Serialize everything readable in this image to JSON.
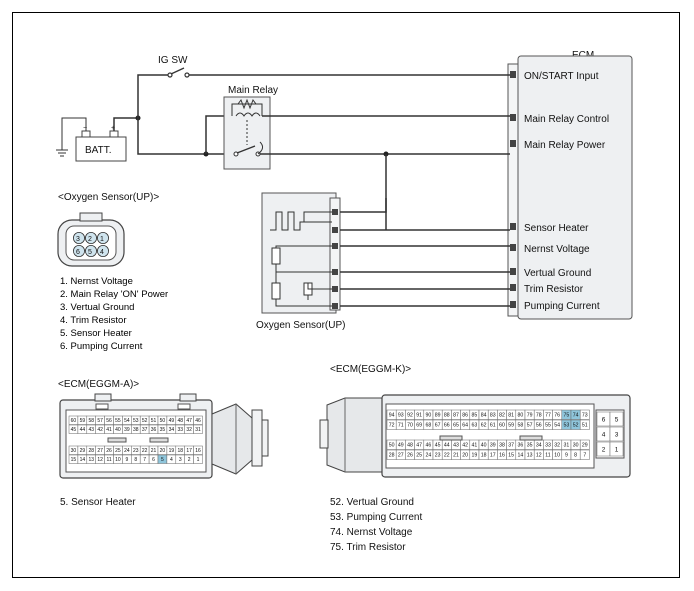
{
  "diagram": {
    "ecm_title": "ECM",
    "ecm_pins": [
      "ON/START Input",
      "Main Relay Control",
      "Main Relay Power",
      "Sensor Heater",
      "Nernst Voltage",
      "Vertual Ground",
      "Trim Resistor",
      "Pumping Current"
    ],
    "ig_sw_label": "IG SW",
    "main_relay_label": "Main Relay",
    "batt_label": "BATT.",
    "oxygen_sensor_label": "Oxygen Sensor(UP)"
  },
  "oxygen_connector": {
    "title": "<Oxygen Sensor(UP)>",
    "pins_top": [
      "3",
      "2",
      "1"
    ],
    "pins_bottom": [
      "6",
      "5",
      "4"
    ],
    "legend": [
      "1. Nernst Voltage",
      "2. Main Relay 'ON' Power",
      "3. Vertual Ground",
      "4. Trim Resistor",
      "5. Sensor Heater",
      "6. Pumping Current"
    ]
  },
  "ecm_a": {
    "title": "<ECM(EGGM-A)>",
    "row1": [
      "60",
      "59",
      "58",
      "57",
      "56",
      "55",
      "54",
      "53",
      "52",
      "51",
      "50",
      "49",
      "48",
      "47",
      "46"
    ],
    "row2": [
      "45",
      "44",
      "43",
      "42",
      "41",
      "40",
      "39",
      "38",
      "37",
      "36",
      "35",
      "34",
      "33",
      "32",
      "31"
    ],
    "row3": [
      "30",
      "29",
      "28",
      "27",
      "26",
      "25",
      "24",
      "23",
      "22",
      "21",
      "20",
      "19",
      "18",
      "17",
      "16"
    ],
    "row4": [
      "15",
      "14",
      "13",
      "12",
      "11",
      "10",
      "9",
      "8",
      "7",
      "6",
      "5",
      "4",
      "3",
      "2",
      "1"
    ],
    "highlight": "5",
    "legend": [
      "5. Sensor Heater"
    ]
  },
  "ecm_k": {
    "title": "<ECM(EGGM-K)>",
    "row1": [
      "94",
      "93",
      "92",
      "91",
      "90",
      "89",
      "88",
      "87",
      "86",
      "85",
      "84",
      "83",
      "82",
      "81",
      "80",
      "79",
      "78",
      "77",
      "76",
      "75",
      "74",
      "73"
    ],
    "row2": [
      "72",
      "71",
      "70",
      "69",
      "68",
      "67",
      "66",
      "65",
      "64",
      "63",
      "62",
      "61",
      "60",
      "59",
      "58",
      "57",
      "56",
      "55",
      "54",
      "53",
      "52",
      "51"
    ],
    "row3": [
      "50",
      "49",
      "48",
      "47",
      "46",
      "45",
      "44",
      "43",
      "42",
      "41",
      "40",
      "39",
      "38",
      "37",
      "36",
      "35",
      "34",
      "33",
      "32",
      "31",
      "30",
      "29"
    ],
    "row4": [
      "28",
      "27",
      "26",
      "25",
      "24",
      "23",
      "22",
      "21",
      "20",
      "19",
      "18",
      "17",
      "16",
      "15",
      "14",
      "13",
      "12",
      "11",
      "10",
      "9",
      "8",
      "7"
    ],
    "side": [
      [
        "6",
        "5"
      ],
      [
        "4",
        "3"
      ],
      [
        "2",
        "1"
      ]
    ],
    "highlight": [
      "75",
      "74",
      "53",
      "52"
    ],
    "legend": [
      "52. Vertual Ground",
      "53. Pumping Current",
      "74. Nernst Voltage",
      "75. Trim Resistor"
    ]
  }
}
